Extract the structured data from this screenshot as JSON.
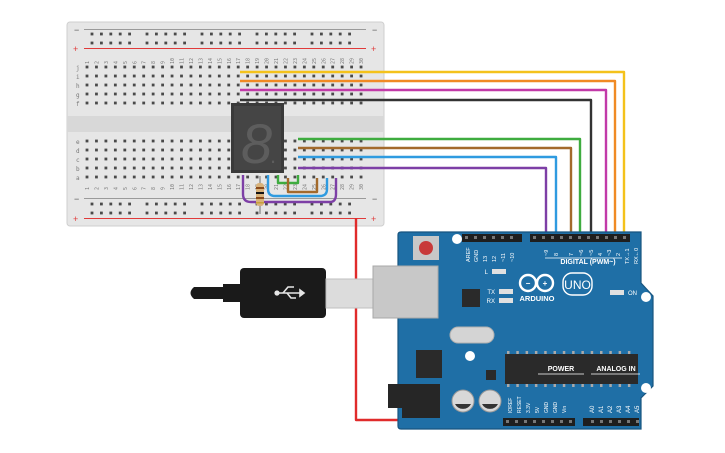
{
  "breadboard": {
    "power_rail_marks": {
      "minus": "−",
      "plus": "+"
    },
    "row_letters_top": [
      "j",
      "i",
      "h",
      "g",
      "f"
    ],
    "row_letters_bottom": [
      "e",
      "d",
      "c",
      "b",
      "a"
    ],
    "column_numbers": [
      "1",
      "2",
      "3",
      "4",
      "5",
      "6",
      "7",
      "8",
      "9",
      "10",
      "11",
      "12",
      "13",
      "14",
      "15",
      "16",
      "17",
      "18",
      "19",
      "20",
      "21",
      "22",
      "23",
      "24",
      "25",
      "26",
      "27",
      "28",
      "29",
      "30"
    ]
  },
  "display": {
    "digit": "8",
    "decimal_point": "."
  },
  "arduino": {
    "logo_text": "ARDUINO",
    "model": "UNO",
    "digital_label": "DIGITAL (PWM~)",
    "top_pin_labels": [
      "AREF",
      "GND",
      "13",
      "12",
      "~11",
      "~10",
      "~9",
      "8",
      "7",
      "~6",
      "~5",
      "4",
      "~3",
      "2",
      "TX→1",
      "RX←0"
    ],
    "led_labels": {
      "l": "L",
      "tx": "TX",
      "rx": "RX",
      "on": "ON"
    },
    "power_label": "POWER",
    "analog_label": "ANALOG IN",
    "power_pin_labels": [
      "IOREF",
      "RESET",
      "3.3V",
      "5V",
      "GND",
      "GND",
      "Vin"
    ],
    "analog_pin_labels": [
      "A0",
      "A1",
      "A2",
      "A3",
      "A4",
      "A5"
    ]
  },
  "colors": {
    "board_blue": "#1f6fa6",
    "board_edge": "#18557f",
    "breadboard": "#e6e6e6",
    "rail_red": "#e03a3a",
    "wire_yellow": "#f4c21b",
    "wire_orange": "#f08a24",
    "wire_magenta": "#c23aa8",
    "wire_black": "#333333",
    "wire_green": "#3eac3f",
    "wire_brown": "#a36a2c",
    "wire_blue": "#2f9be0",
    "wire_purple": "#7d3fa6",
    "wire_red": "#e02b2b"
  }
}
